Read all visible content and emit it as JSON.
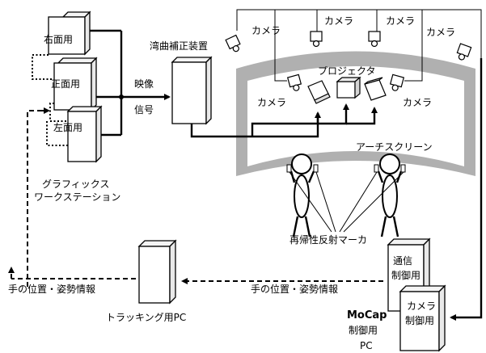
{
  "labels": {
    "workstation_right": "右面用",
    "workstation_front": "正面用",
    "workstation_left": "左面用",
    "graphics_ws_line1": "グラフィックス",
    "graphics_ws_line2": "ワークステーション",
    "video_signal_line1": "映像",
    "video_signal_line2": "信号",
    "distortion_device": "湾曲補正装置",
    "projector": "プロジェクタ",
    "camera": "カメラ",
    "arch_screen": "アーチスクリーン",
    "retro_marker": "再帰性反射マーカ",
    "tracking_pc": "トラッキング用PC",
    "hand_info_left": "手の位置・姿勢情報",
    "hand_info_right": "手の位置・姿勢情報",
    "comm_line1": "通信",
    "comm_line2": "制御用",
    "camctrl_line1": "カメラ",
    "camctrl_line2": "制御用",
    "mocap_line1": "MoCap",
    "mocap_line2": "制御用",
    "mocap_line3": "PC"
  }
}
